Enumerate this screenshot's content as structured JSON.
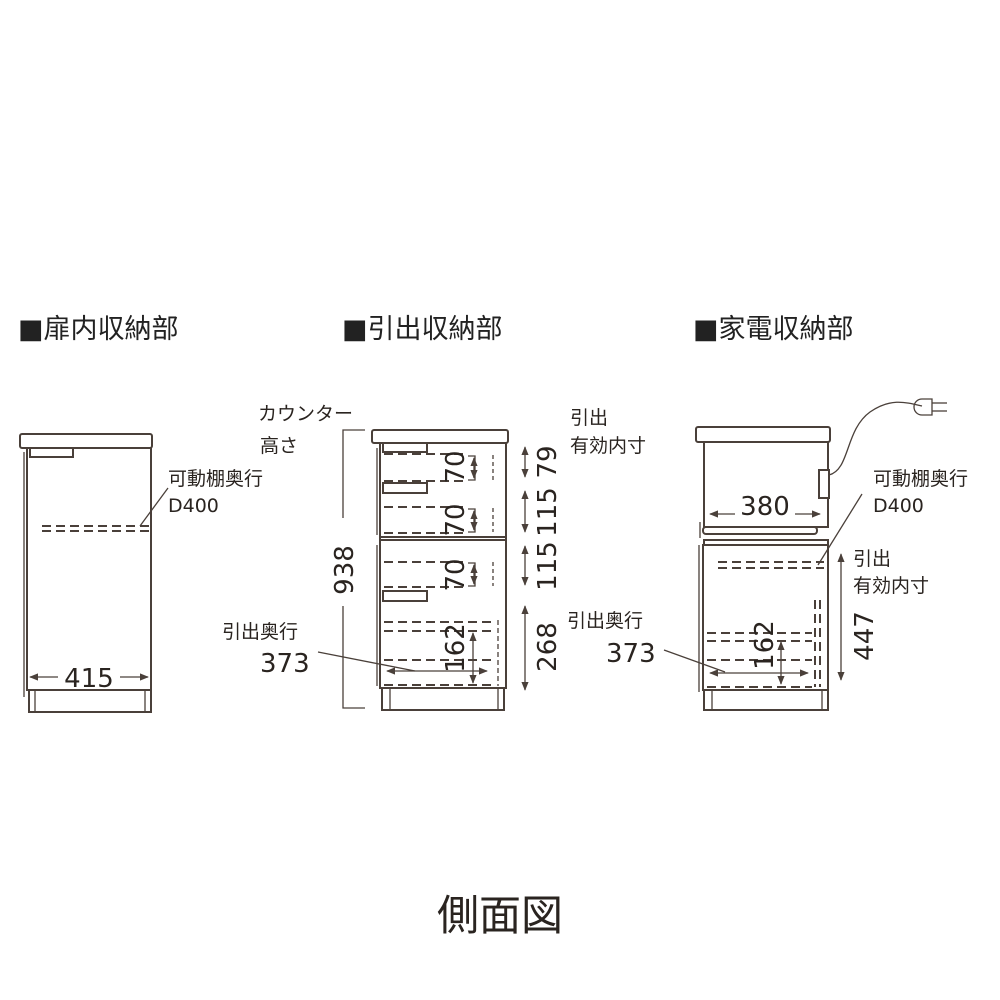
{
  "sections": [
    {
      "title": "■扉内収納部",
      "shelf_label": "可動棚奥行",
      "shelf_depth": "D400",
      "width": "415"
    },
    {
      "title": "■引出収納部",
      "counter_label_1": "カウンター",
      "counter_label_2": "高さ",
      "height": "938",
      "drawer_label_1": "引出",
      "drawer_label_2": "有効内寸",
      "drawer_depth_label": "引出奥行",
      "drawer_depth": "373",
      "inner_heights": [
        "70",
        "70",
        "70",
        "162"
      ],
      "drawer_heights": [
        "79",
        "115",
        "115",
        "268"
      ]
    },
    {
      "title": "■家電収納部",
      "width": "380",
      "shelf_label": "可動棚奥行",
      "shelf_depth": "D400",
      "drawer_label_1": "引出",
      "drawer_label_2": "有効内寸",
      "drawer_height": "447",
      "drawer_depth_label": "引出奥行",
      "drawer_depth": "373",
      "inner_height": "162"
    }
  ],
  "caption": "側面図",
  "colors": {
    "line": "#4a403a",
    "text": "#2a2420"
  }
}
